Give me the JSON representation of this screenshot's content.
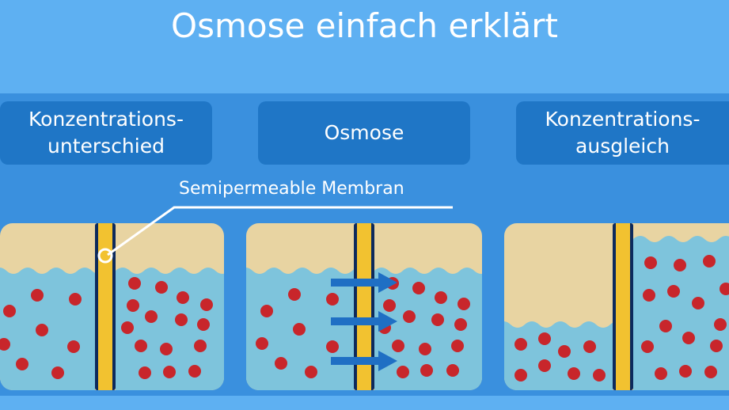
{
  "title": "Osmose einfach erklärt",
  "labels": [
    {
      "line1": "Konzentrations-",
      "line2": "unterschied"
    },
    {
      "line1": "Osmose",
      "line2": ""
    },
    {
      "line1": "Konzentrations-",
      "line2": "ausgleich"
    }
  ],
  "membrane_label": "Semipermeable Membran",
  "colors": {
    "background": "#5eb0f2",
    "band": "#3a90de",
    "label_box": "#1f76c6",
    "water": "#7ec4dc",
    "solvent_top": "#e8d4a2",
    "particle": "#c8262b",
    "membrane": "#f2c230",
    "arrow": "#1f6fc4"
  }
}
